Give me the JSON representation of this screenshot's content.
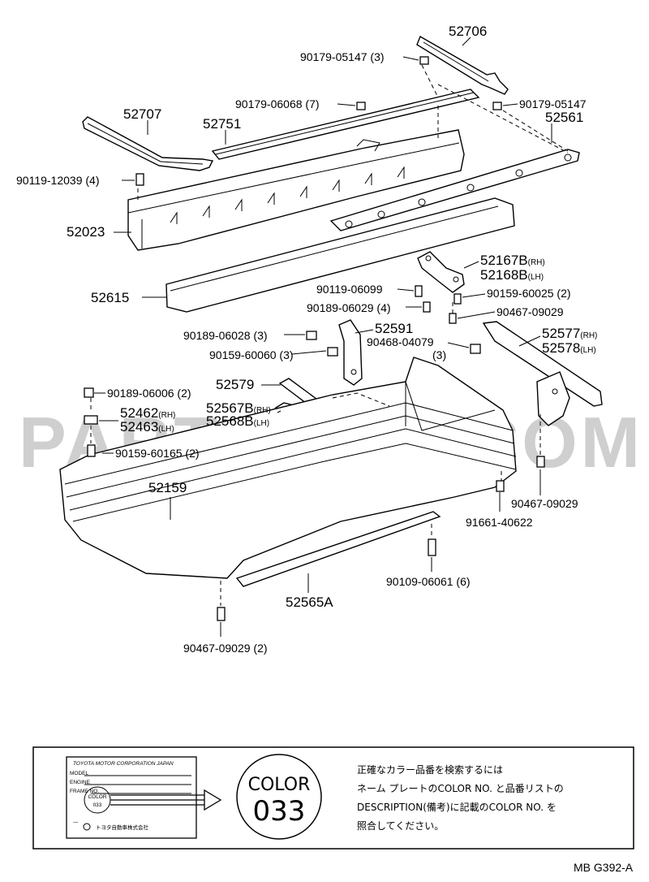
{
  "watermark": "PARTSOUQ.COM",
  "parts": [
    {
      "no": "52706"
    },
    {
      "no": "90179-05147",
      "qty": "(3)"
    },
    {
      "no": "90179-06068",
      "qty": "(7)"
    },
    {
      "no": "90179-05147"
    },
    {
      "no": "52707"
    },
    {
      "no": "52751"
    },
    {
      "no": "52561"
    },
    {
      "no": "90119-12039",
      "qty": "(4)"
    },
    {
      "no": "52023"
    },
    {
      "no": "52615"
    },
    {
      "no": "52167B",
      "side": "(RH)"
    },
    {
      "no": "52168B",
      "side": "(LH)"
    },
    {
      "no": "90119-06099"
    },
    {
      "no": "90159-60025",
      "qty": "(2)"
    },
    {
      "no": "90189-06029",
      "qty": "(4)"
    },
    {
      "no": "90467-09029"
    },
    {
      "no": "52591"
    },
    {
      "no": "90189-06028",
      "qty": "(3)"
    },
    {
      "no": "90468-04079"
    },
    {
      "no": "52577",
      "side": "(RH)"
    },
    {
      "no": "52578",
      "side": "(LH)"
    },
    {
      "no": "90159-60060",
      "qty": "(3)"
    },
    {
      "qty": "(3)"
    },
    {
      "no": "52579"
    },
    {
      "no": "90189-06006",
      "qty": "(2)"
    },
    {
      "no": "52567B",
      "side": "(RH)"
    },
    {
      "no": "52568B",
      "side": "(LH)"
    },
    {
      "no": "52462",
      "side": "(RH)"
    },
    {
      "no": "52463",
      "side": "(LH)"
    },
    {
      "no": "90159-60165",
      "qty": "(2)"
    },
    {
      "no": "52159"
    },
    {
      "no": "90467-09029"
    },
    {
      "no": "91661-40622"
    },
    {
      "no": "90109-06061",
      "qty": "(6)"
    },
    {
      "no": "52565A"
    },
    {
      "no": "90467-09029",
      "qty": "(2)"
    }
  ],
  "plate": {
    "maker": "TOYOTA MOTOR CORPORATION JAPAN",
    "fields": [
      "MODEL",
      "ENGINE",
      "FRAME NO."
    ],
    "color_label": "COLOR",
    "color_code": "033",
    "company_jp": "トヨタ自動車株式会社"
  },
  "badge": {
    "label": "COLOR",
    "code": "033"
  },
  "note_lines": [
    "正確なカラー品番を検索するには",
    "ネーム プレートのCOLOR NO. と品番リストの",
    "DESCRIPTION(備考)に記載のCOLOR NO. を",
    "照合してください。"
  ],
  "diagram_code": "MB G392-A"
}
